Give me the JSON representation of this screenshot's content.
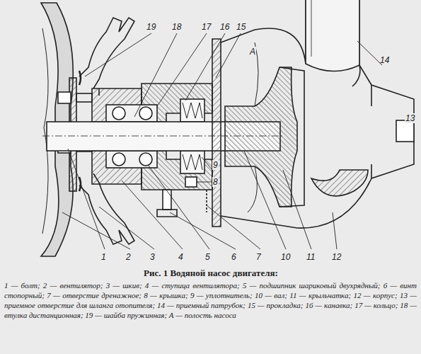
{
  "diagram": {
    "caption": "Рис. 1 Водяной насос двигателя:",
    "labels": [
      "19",
      "18",
      "17",
      "16",
      "15",
      "А",
      "14",
      "13",
      "9",
      "8",
      "1",
      "2",
      "3",
      "4",
      "5",
      "6",
      "7",
      "10",
      "11",
      "12",
      "1 — болт; 2 — вентилятор; 3 — шкив; 4 — ступица вентилятора; 5 — подшипник шариковый двухрядный; 6 — винт стопорный; 7 — отверстие дренажное; 8 — крышка; 9 — уплотнитель; 10 — вал; 11 — крыльчатка; 12 — корпус; 13 — приемное отверстие для шланга отопителя; 14 — приемный патрубок; 15 — прокладка; 16 — канавка; 17 — кольцо; 18 — втулка дистанционная; 19 — шайба пружинная; А — полость насоса"
    ]
  }
}
